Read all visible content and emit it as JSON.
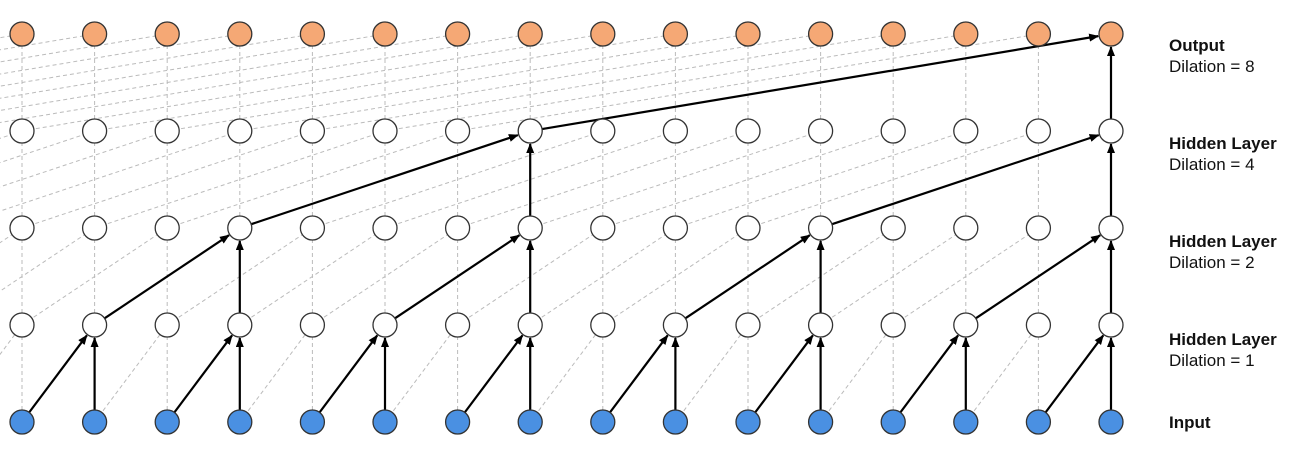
{
  "diagram": {
    "type": "dilated-causal-convolution-stack",
    "nodes_per_layer": 16,
    "colors": {
      "input_fill": "#4a90e2",
      "hidden_fill": "#ffffff",
      "output_fill": "#f5a875",
      "node_stroke": "#333333",
      "dashed_edge": "#bbbbbb",
      "active_edge": "#000000"
    },
    "layers": [
      {
        "id": "input",
        "name": "Input",
        "dilation_text": "",
        "dilation": 0
      },
      {
        "id": "hidden1",
        "name": "Hidden Layer",
        "dilation_text": "Dilation = 1",
        "dilation": 1
      },
      {
        "id": "hidden2",
        "name": "Hidden Layer",
        "dilation_text": "Dilation = 2",
        "dilation": 2
      },
      {
        "id": "hidden3",
        "name": "Hidden Layer",
        "dilation_text": "Dilation = 4",
        "dilation": 4
      },
      {
        "id": "output",
        "name": "Output",
        "dilation_text": "Dilation = 8",
        "dilation": 8
      }
    ]
  }
}
